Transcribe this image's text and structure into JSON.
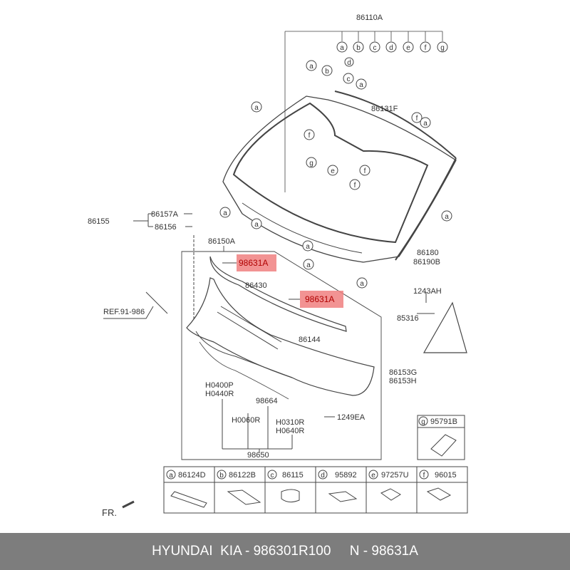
{
  "diagram": {
    "top_assembly": "86110A",
    "top_letters": [
      "a",
      "b",
      "c",
      "d",
      "e",
      "f",
      "g"
    ],
    "windshield_glass": "86131F",
    "bracket_group": {
      "main": "86155",
      "parts": [
        "86157A",
        "86156"
      ]
    },
    "cowl_box": "86150A",
    "highlighted": [
      "98631A",
      "98631A"
    ],
    "cowl_seal": "86430",
    "ref": "REF.91-986",
    "plug": "86144",
    "hoses": [
      "H0400P",
      "H0440R",
      "98664",
      "H0060R",
      "H0310R",
      "H0640R"
    ],
    "hose_assembly": "98650",
    "bolt": "1249EA",
    "right_parts": [
      "86180",
      "86190B",
      "1243AH",
      "85316"
    ],
    "bracket_parts": [
      "86153G",
      "86153H"
    ],
    "g_part": {
      "letter": "g",
      "code": "95791B"
    },
    "circle_a": "a",
    "circle_b": "b",
    "circle_c": "c",
    "circle_d": "d",
    "circle_e": "e",
    "circle_f": "f",
    "circle_g": "g",
    "direction": "FR."
  },
  "parts_table": [
    {
      "letter": "a",
      "code": "86124D"
    },
    {
      "letter": "b",
      "code": "86122B"
    },
    {
      "letter": "c",
      "code": "86115"
    },
    {
      "letter": "d",
      "code": "95892"
    },
    {
      "letter": "e",
      "code": "97257U"
    },
    {
      "letter": "f",
      "code": "96015"
    }
  ],
  "footer": {
    "text": "HYUNDAI  KIA - 986301R100     N - 98631A"
  }
}
